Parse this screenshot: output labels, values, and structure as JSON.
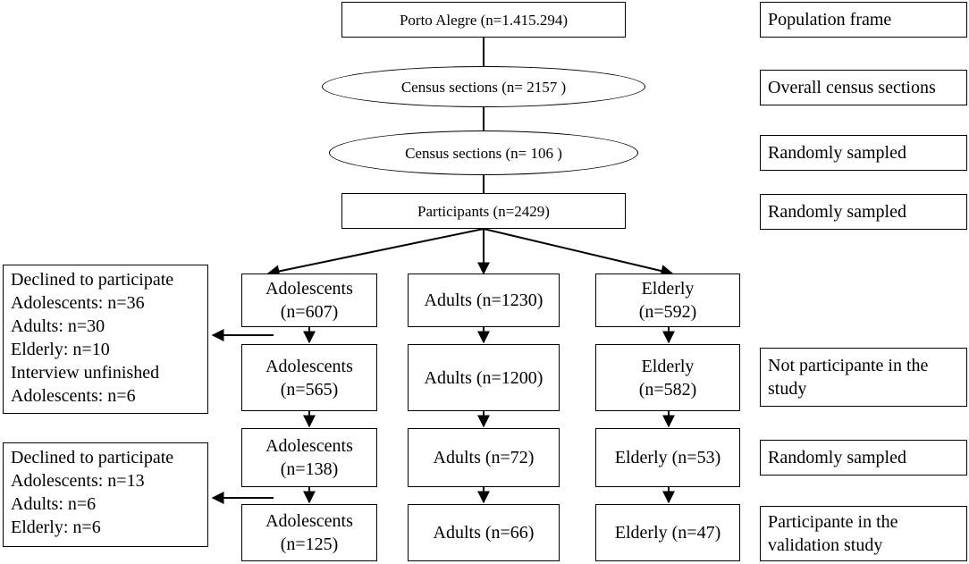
{
  "flow": {
    "population": "Porto Alegre (n=1.415.294)",
    "census_all": "Census sections  (n= 2157 )",
    "census_sample": "Census sections  (n= 106 )",
    "participants": "Participants  (n=2429)",
    "adolescents_1": "Adolescents\n(n=607)",
    "adults_1": "Adults (n=1230)",
    "elderly_1": "Elderly\n(n=592)",
    "adolescents_2": "Adolescents\n(n=565)",
    "adults_2": "Adults (n=1200)",
    "elderly_2": "Elderly\n(n=582)",
    "adolescents_3": "Adolescents\n(n=138)",
    "adults_3": "Adults (n=72)",
    "elderly_3": "Elderly (n=53)",
    "adolescents_4": "Adolescents\n(n=125)",
    "adults_4": "Adults (n=66)",
    "elderly_4": "Elderly (n=47)"
  },
  "labels": {
    "population_frame": "Population frame",
    "overall_census": "Overall census sections",
    "randomly_sampled_1": "Randomly sampled",
    "randomly_sampled_2": "Randomly sampled",
    "not_participant": "Not  participante in the\nstudy",
    "randomly_sampled_3": "Randomly sampled",
    "participant_validation": "Participante in the\nvalidation study"
  },
  "exclusions": {
    "first": [
      "Declined to participate",
      "Adolescents: n=36",
      "Adults: n=30",
      "Elderly: n=10",
      "Interview unfinished",
      "Adolescents: n=6"
    ],
    "second": [
      "Declined to participate",
      "Adolescents: n=13",
      "Adults: n=6",
      "Elderly: n=6"
    ]
  }
}
